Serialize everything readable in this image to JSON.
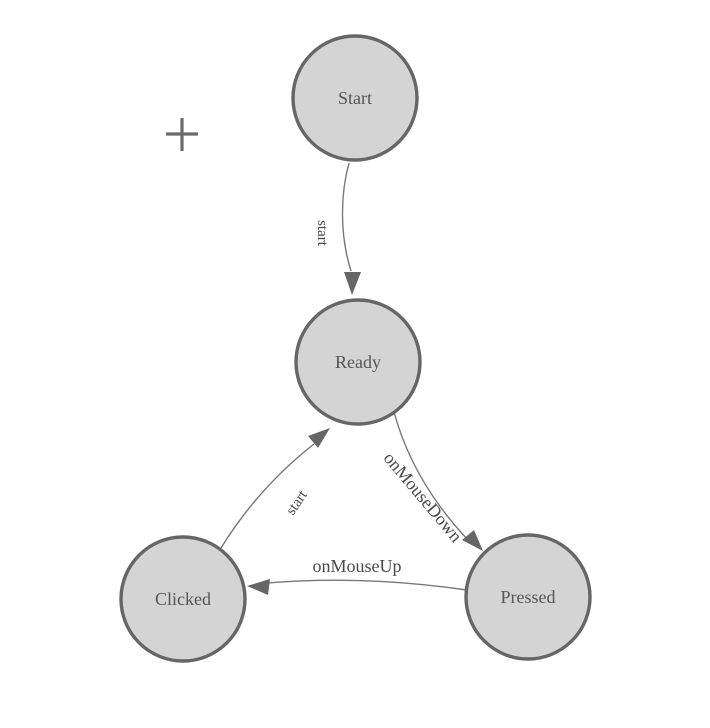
{
  "palette": {
    "node_fill": "#d4d4d4",
    "node_stroke": "#666666",
    "node_label_color": "#555555",
    "edge_color": "#777777",
    "arrow_color": "#666666",
    "edge_label_color": "#4a4a4a",
    "cross_color": "#6b6b6b",
    "canvas_background": "#ffffff"
  },
  "diagram": {
    "type": "state-machine",
    "nodes": [
      {
        "id": "start",
        "label": "Start"
      },
      {
        "id": "ready",
        "label": "Ready"
      },
      {
        "id": "clicked",
        "label": "Clicked"
      },
      {
        "id": "pressed",
        "label": "Pressed"
      }
    ],
    "edges": [
      {
        "id": "start-to-ready",
        "from": "Start",
        "to": "Ready",
        "label": "start"
      },
      {
        "id": "ready-to-pressed",
        "from": "Ready",
        "to": "Pressed",
        "label": "onMouseDown"
      },
      {
        "id": "pressed-to-clicked",
        "from": "Pressed",
        "to": "Clicked",
        "label": "onMouseUp"
      },
      {
        "id": "clicked-to-ready",
        "from": "Clicked",
        "to": "Ready",
        "label": "start"
      }
    ],
    "icons": [
      {
        "name": "origin-cross-icon",
        "glyph": "+"
      }
    ]
  }
}
